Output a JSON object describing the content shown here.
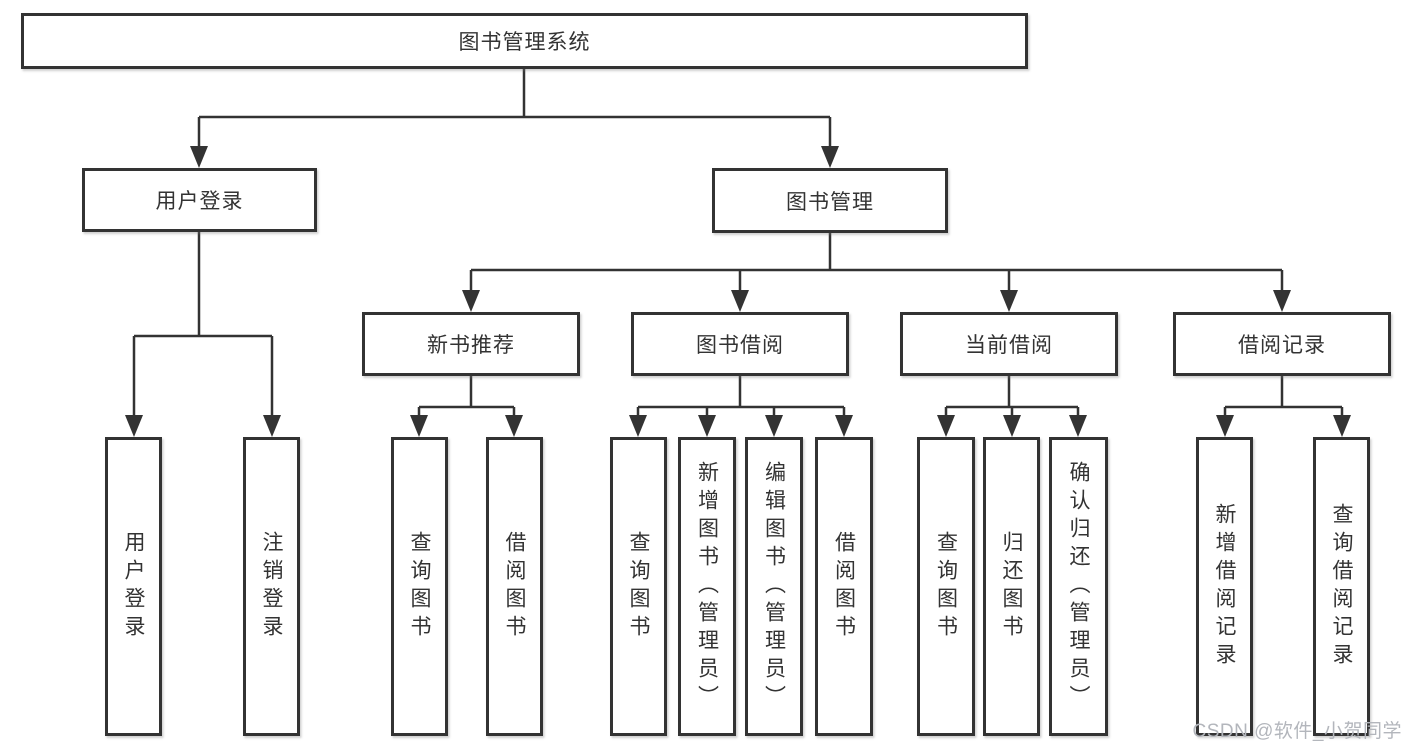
{
  "tree": {
    "label": "图书管理系统",
    "children": [
      {
        "label": "用户登录",
        "children": [
          {
            "label": "用户登录"
          },
          {
            "label": "注销登录"
          }
        ]
      },
      {
        "label": "图书管理",
        "children": [
          {
            "label": "新书推荐",
            "children": [
              {
                "label": "查询图书"
              },
              {
                "label": "借阅图书"
              }
            ]
          },
          {
            "label": "图书借阅",
            "children": [
              {
                "label": "查询图书"
              },
              {
                "label": "新增图书（管理员）"
              },
              {
                "label": "编辑图书（管理员）"
              },
              {
                "label": "借阅图书"
              }
            ]
          },
          {
            "label": "当前借阅",
            "children": [
              {
                "label": "查询图书"
              },
              {
                "label": "归还图书"
              },
              {
                "label": "确认归还（管理员）"
              }
            ]
          },
          {
            "label": "借阅记录",
            "children": [
              {
                "label": "新增借阅记录"
              },
              {
                "label": "查询借阅记录"
              }
            ]
          }
        ]
      }
    ]
  },
  "watermark": {
    "text": "CSDN @软件_小贺同学"
  },
  "colors": {
    "line": "#333333",
    "box_border": "#333333",
    "text": "#333333",
    "watermark": "#b3b6bc",
    "background": "#ffffff"
  }
}
